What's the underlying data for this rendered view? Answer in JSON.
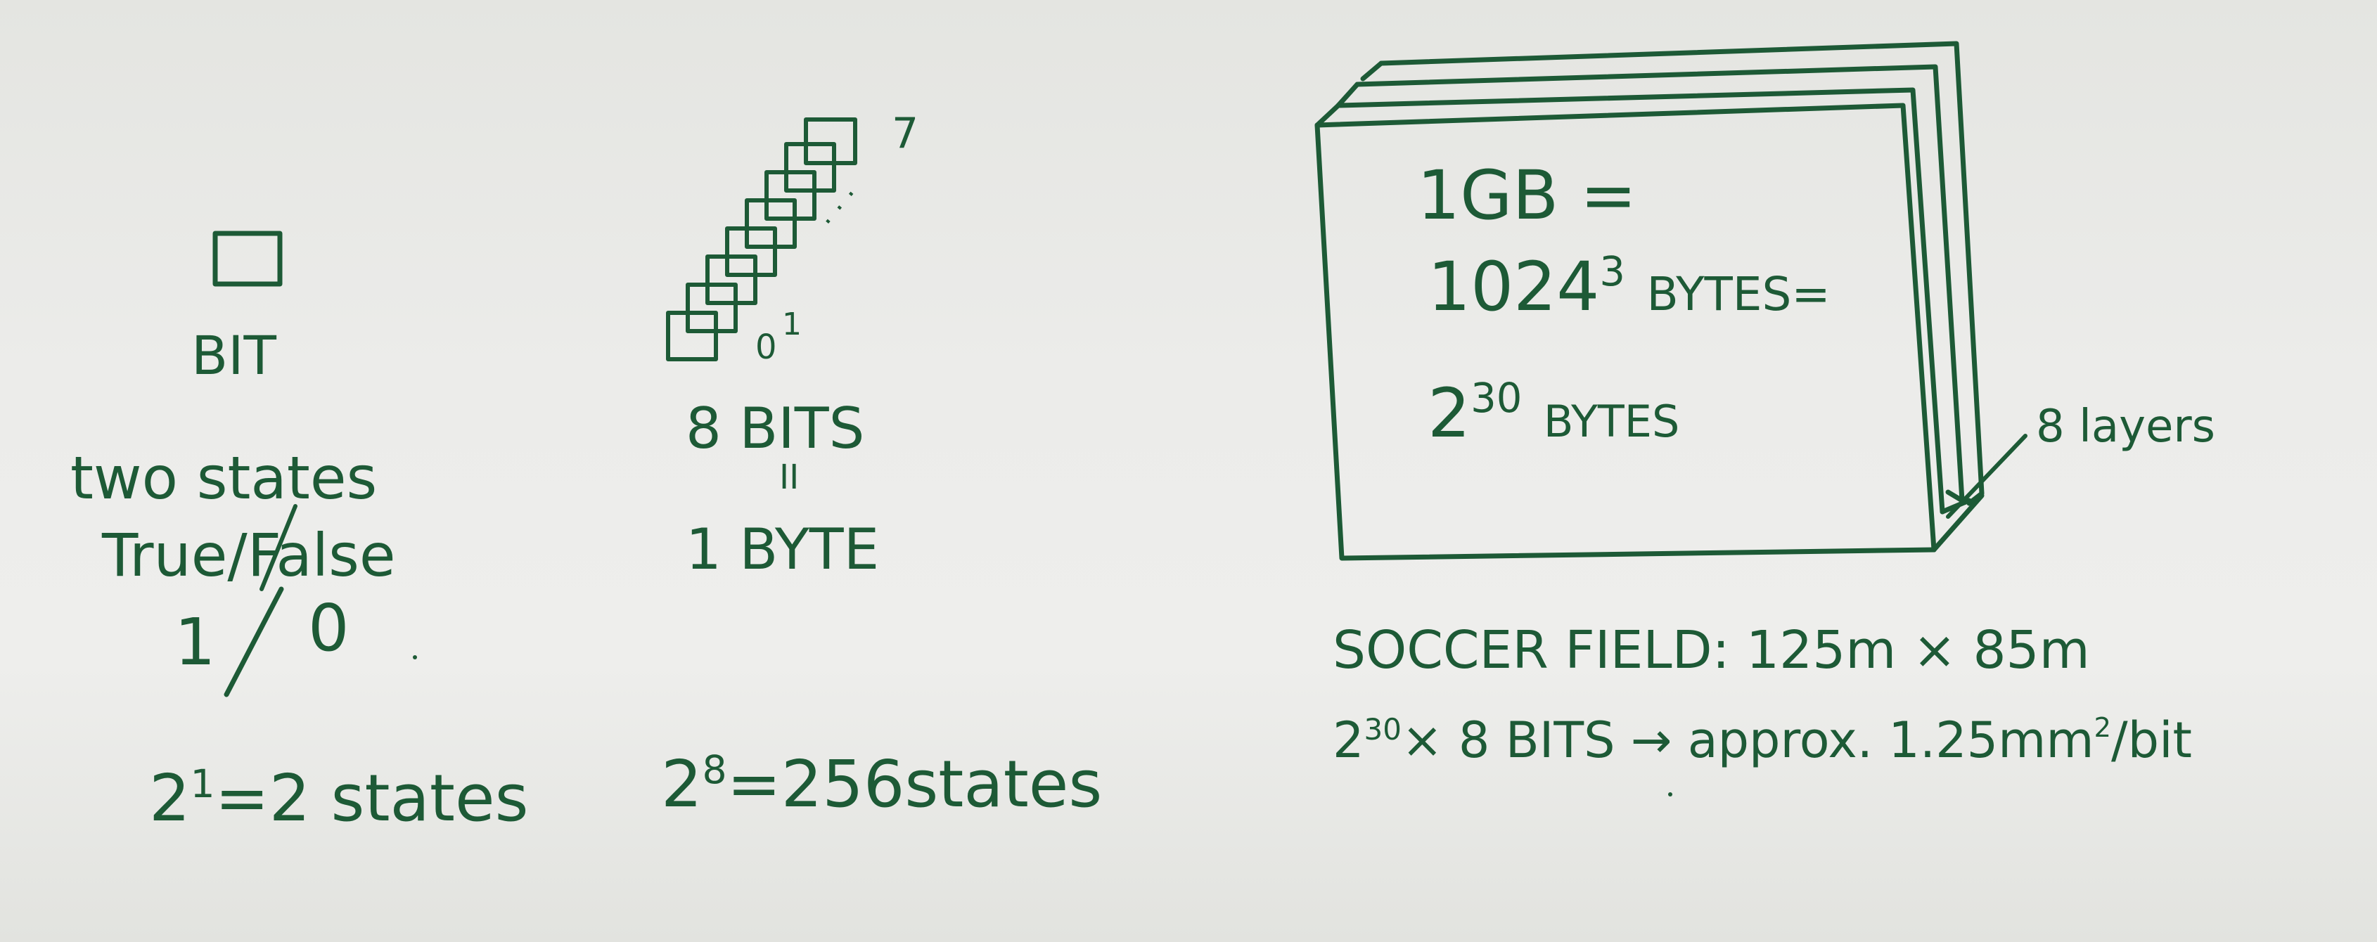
{
  "bit": {
    "label": "BIT",
    "desc1": "two states",
    "desc2": "True/False",
    "desc3_a": "1",
    "desc3_b": "0",
    "formula_base": "2",
    "formula_exp": "1",
    "formula_rest": "=2 states"
  },
  "byte": {
    "top_index": "7",
    "bottom_index": "0",
    "bottom_index_b": "1",
    "dots": ". . .",
    "bits_label": "8 BITS",
    "equals": "II",
    "byte_label": "1 BYTE",
    "formula_base": "2",
    "formula_exp": "8",
    "formula_rest": "=256states"
  },
  "gigabyte": {
    "line1": "1GB =",
    "line2_base": "1024",
    "line2_exp": "3",
    "line2_rest": "BYTES=",
    "line3_base": "2",
    "line3_exp": "30",
    "line3_rest": "BYTES",
    "layers_label": "8 layers"
  },
  "soccer": {
    "line1": "SOCCER FIELD: 125m × 85m",
    "line2_base": "2",
    "line2_exp": "30",
    "line2_mid": "× 8 BITS → approx. 1.25mm",
    "line2_exp2": "2",
    "line2_end": "/bit"
  },
  "colors": {
    "ink": "#1d5a36",
    "paper": "#ececea"
  }
}
